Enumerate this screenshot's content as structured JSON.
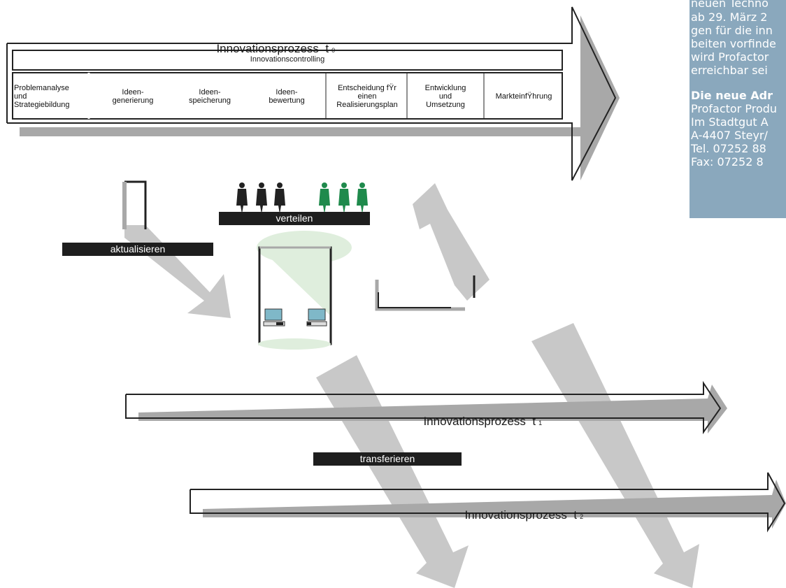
{
  "process_t0": {
    "label": "Innovationsprozess  t",
    "sub": "0"
  },
  "controlling": "Innovationscontrolling",
  "phases": [
    "Problemanalyse\nund\nStrategiebildung",
    "Ideen-\ngenerierung",
    "Ideen-\nspeicherung",
    "Ideen-\nbewertung",
    "Entscheidung fŸr\neinen\nRealisierungsplan",
    "Entwicklung\nund\nUmsetzung",
    "MarkteinfŸhrung"
  ],
  "actions": {
    "verteilen": "verteilen",
    "aktualisieren": "aktualisieren",
    "transferieren": "transferieren"
  },
  "process_t1": {
    "label": "Innovationsprozess  t",
    "sub": "1"
  },
  "process_t2": {
    "label": "Innovationsprozess  t",
    "sub": "2"
  },
  "sidebox": {
    "lines": [
      "neuen Techno",
      "ab 29. März 2",
      "gen für die inn",
      "beiten vorfinde",
      "wird Profactor",
      "erreichbar sei"
    ],
    "heading": "Die neue Adr",
    "address": [
      "Profactor Produ",
      "Im Stadtgut A",
      "A-4407 Steyr/",
      "Tel. 07252 88",
      "Fax: 07252 8"
    ]
  },
  "colors": {
    "arrow_gray": "#c8c8c8",
    "shadow_gray": "#a8a8a8",
    "people_green": "#1f8a4c",
    "sidebox_blue": "#8aa8bd",
    "light_green": "#dfeedd"
  }
}
